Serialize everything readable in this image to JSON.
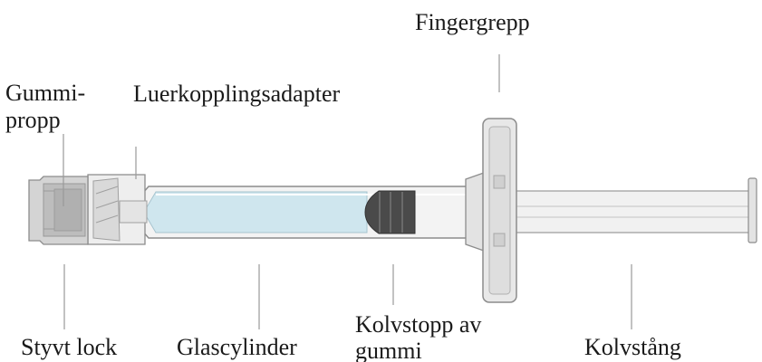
{
  "labels": {
    "gummipropp_line1": "Gummi-",
    "gummipropp_line2": "propp",
    "luer_adapter": "Luerkopplingsadapter",
    "fingergrepp": "Fingergrepp",
    "styvt_lock": "Styvt lock",
    "glascylinder": "Glascylinder",
    "kolvstopp_line1": "Kolvstopp av",
    "kolvstopp_line2": "gummi",
    "kolvstang": "Kolvstång"
  },
  "colors": {
    "outline": "#8c8c8c",
    "cap_fill": "#d4d4d4",
    "cap_inner": "#b8b8b8",
    "liquid": "#cfe6ee",
    "stopper": "#4a4a4a",
    "barrel_fill": "#f2f2f2",
    "flange_fill": "#e6e6e6"
  }
}
